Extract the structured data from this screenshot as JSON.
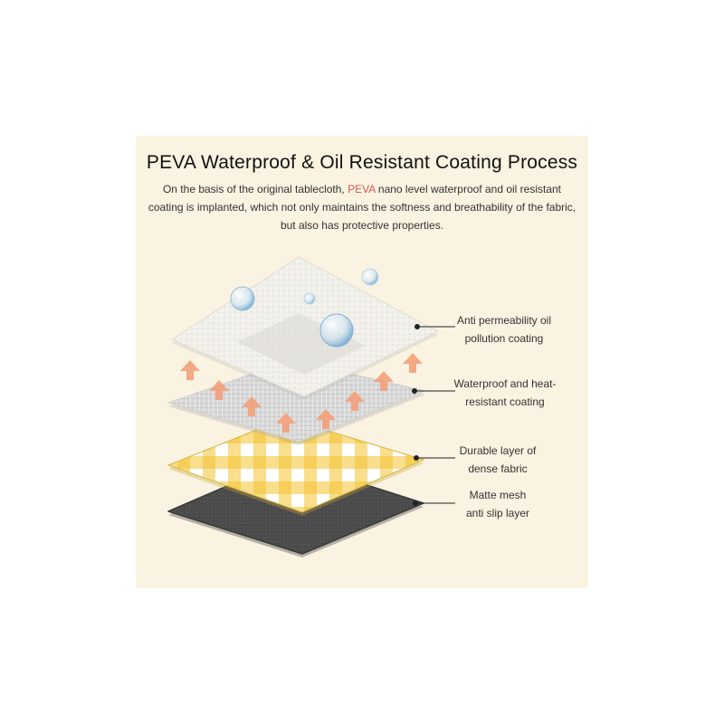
{
  "title": "PEVA Waterproof & Oil Resistant Coating Process",
  "description": {
    "before": "On the basis of the original tablecloth, ",
    "highlight": "PEVA",
    "after": " nano level waterproof and oil resistant coating is implanted, which not only maintains the softness and breathability of the fabric, but also has protective properties."
  },
  "layers": [
    {
      "line1": "Anti permeability oil",
      "line2": "pollution coating"
    },
    {
      "line1": "Waterproof and heat-",
      "line2": "resistant coating"
    },
    {
      "line1": "Durable layer of",
      "line2": "dense fabric"
    },
    {
      "line1": "Matte mesh",
      "line2": "anti slip layer"
    }
  ],
  "colors": {
    "panel": "#fbf3e1",
    "highlight": "#d9534f",
    "gingham_yellow": "#f2c230",
    "mesh_gray": "#4a4a4a",
    "arrow": "#f4a07a"
  },
  "icons": [
    "water-droplet-icon",
    "up-arrow-icon"
  ]
}
